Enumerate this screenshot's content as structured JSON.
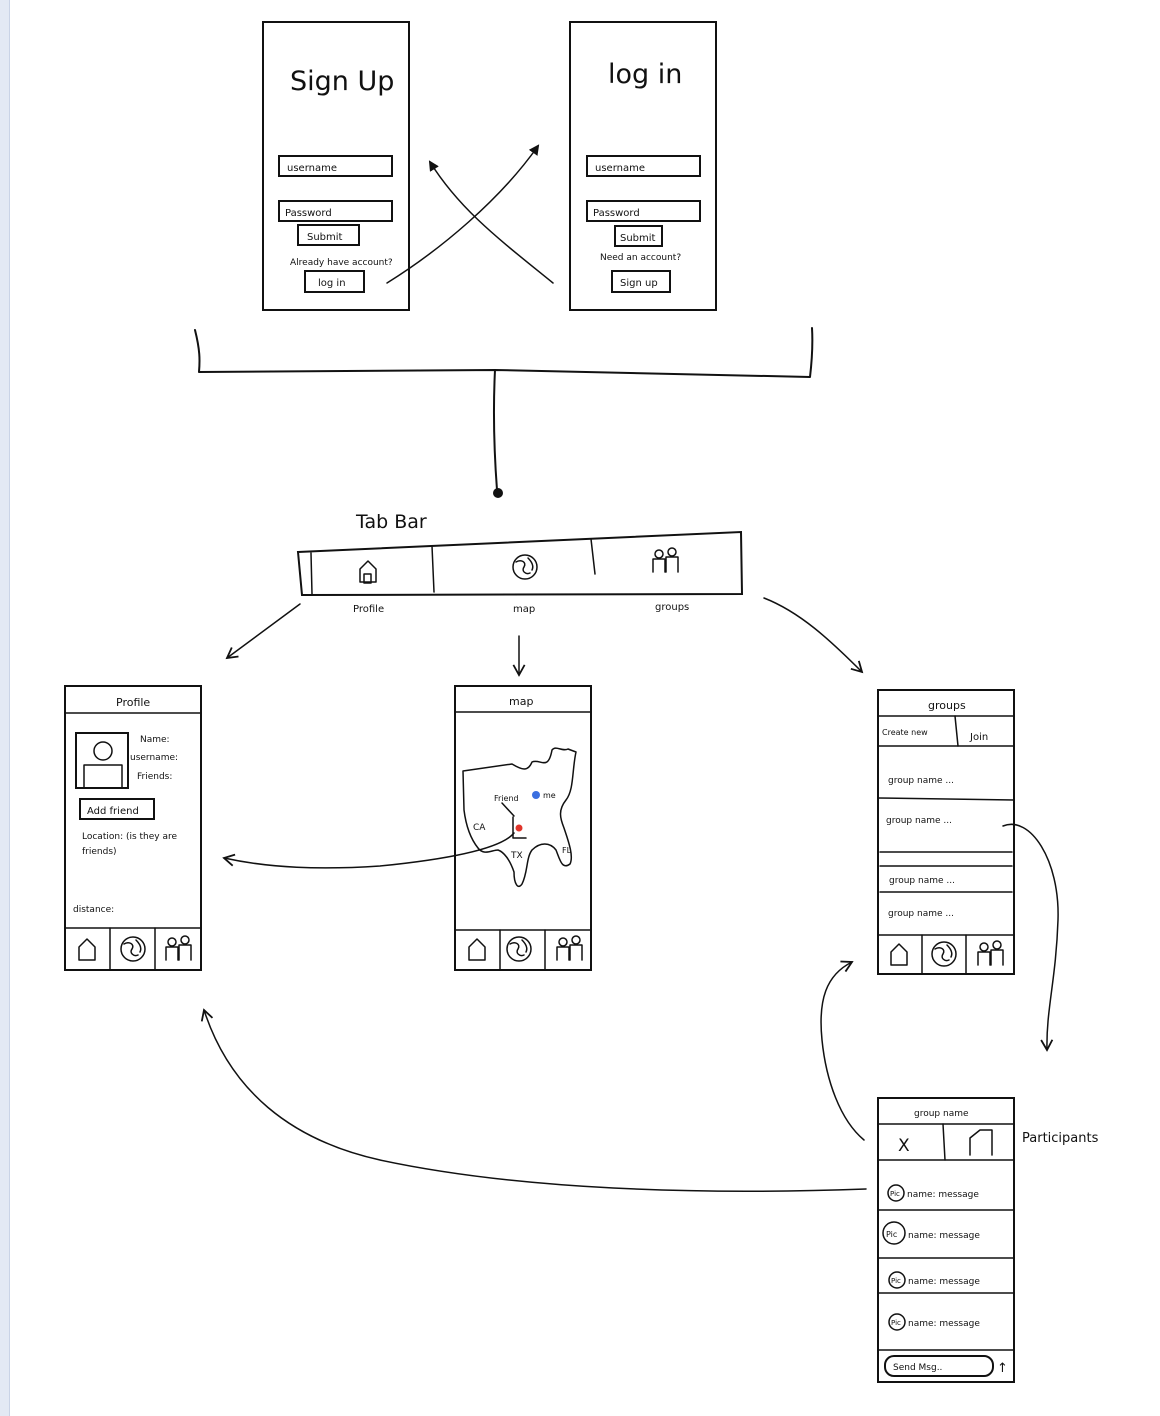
{
  "signup": {
    "title": "Sign Up",
    "username": "username",
    "password": "Password",
    "submit": "Submit",
    "prompt": "Already have account?",
    "link": "log in"
  },
  "login": {
    "title": "log in",
    "username": "username",
    "password": "Password",
    "submit": "Submit",
    "prompt": "Need an account?",
    "link": "Sign up"
  },
  "tabbar": {
    "caption": "Tab Bar",
    "tabs": [
      "Profile",
      "map",
      "groups"
    ]
  },
  "profile": {
    "title": "Profile",
    "name": "Name:",
    "username": "username:",
    "friends": "Friends:",
    "add_friend": "Add friend",
    "location": "Location: (is they are friends)",
    "distance": "distance:"
  },
  "map": {
    "title": "map",
    "friend": "Friend",
    "me": "me",
    "ca": "CA",
    "tx": "TX",
    "fl": "FL"
  },
  "groups": {
    "title": "groups",
    "create": "Create new",
    "join": "Join",
    "rows": [
      "group name ...",
      "group name ...",
      "group name ...",
      "group name ..."
    ]
  },
  "chat": {
    "title": "group name",
    "close": "X",
    "participants_label": "Participants",
    "pic": "Pic",
    "messages": [
      "name: message",
      "name: message",
      "name: message",
      "name: message"
    ],
    "input": "Send Msg..",
    "send": "↑"
  }
}
